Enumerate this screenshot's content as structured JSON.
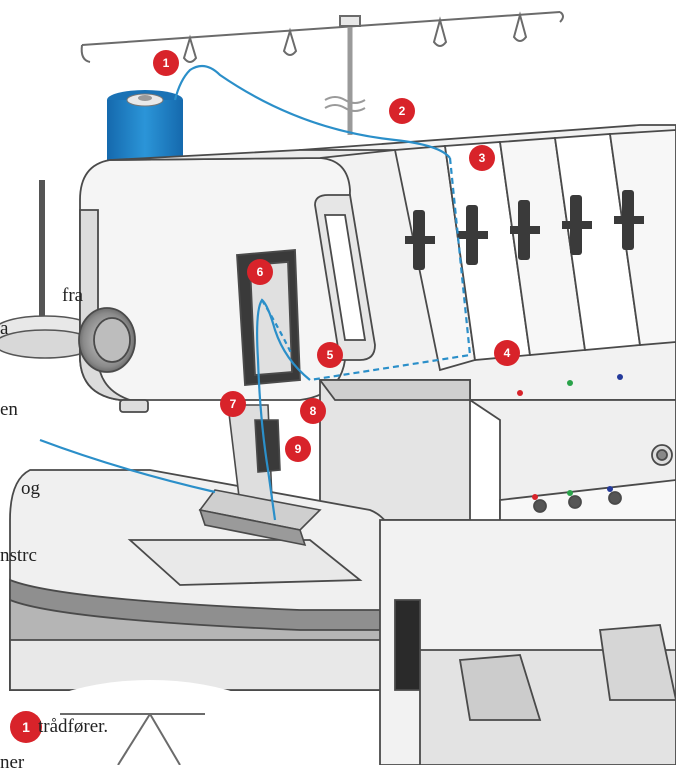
{
  "diagram": {
    "callouts": [
      {
        "label": "1"
      },
      {
        "label": "2"
      },
      {
        "label": "3"
      },
      {
        "label": "4"
      },
      {
        "label": "5"
      },
      {
        "label": "6"
      },
      {
        "label": "7"
      },
      {
        "label": "8"
      },
      {
        "label": "9"
      }
    ],
    "inset_callout": {
      "label": "1"
    },
    "text_fragments": {
      "frag_fra": "fra",
      "frag_a": "a",
      "frag_en": "en",
      "frag_og": "og",
      "frag_nstr": "nstrc",
      "frag_tradforer": "trådfører.",
      "frag_bottom": "ner"
    },
    "colors": {
      "callout_red": "#d8232a",
      "thread_blue": "#2b8fc9",
      "spool_blue": "#1f7fc4",
      "outline": "#4a4a4a",
      "body_fill": "#f4f4f4",
      "shadow_fill": "#dcdcdc",
      "dark_fill": "#2a2a2a"
    }
  }
}
